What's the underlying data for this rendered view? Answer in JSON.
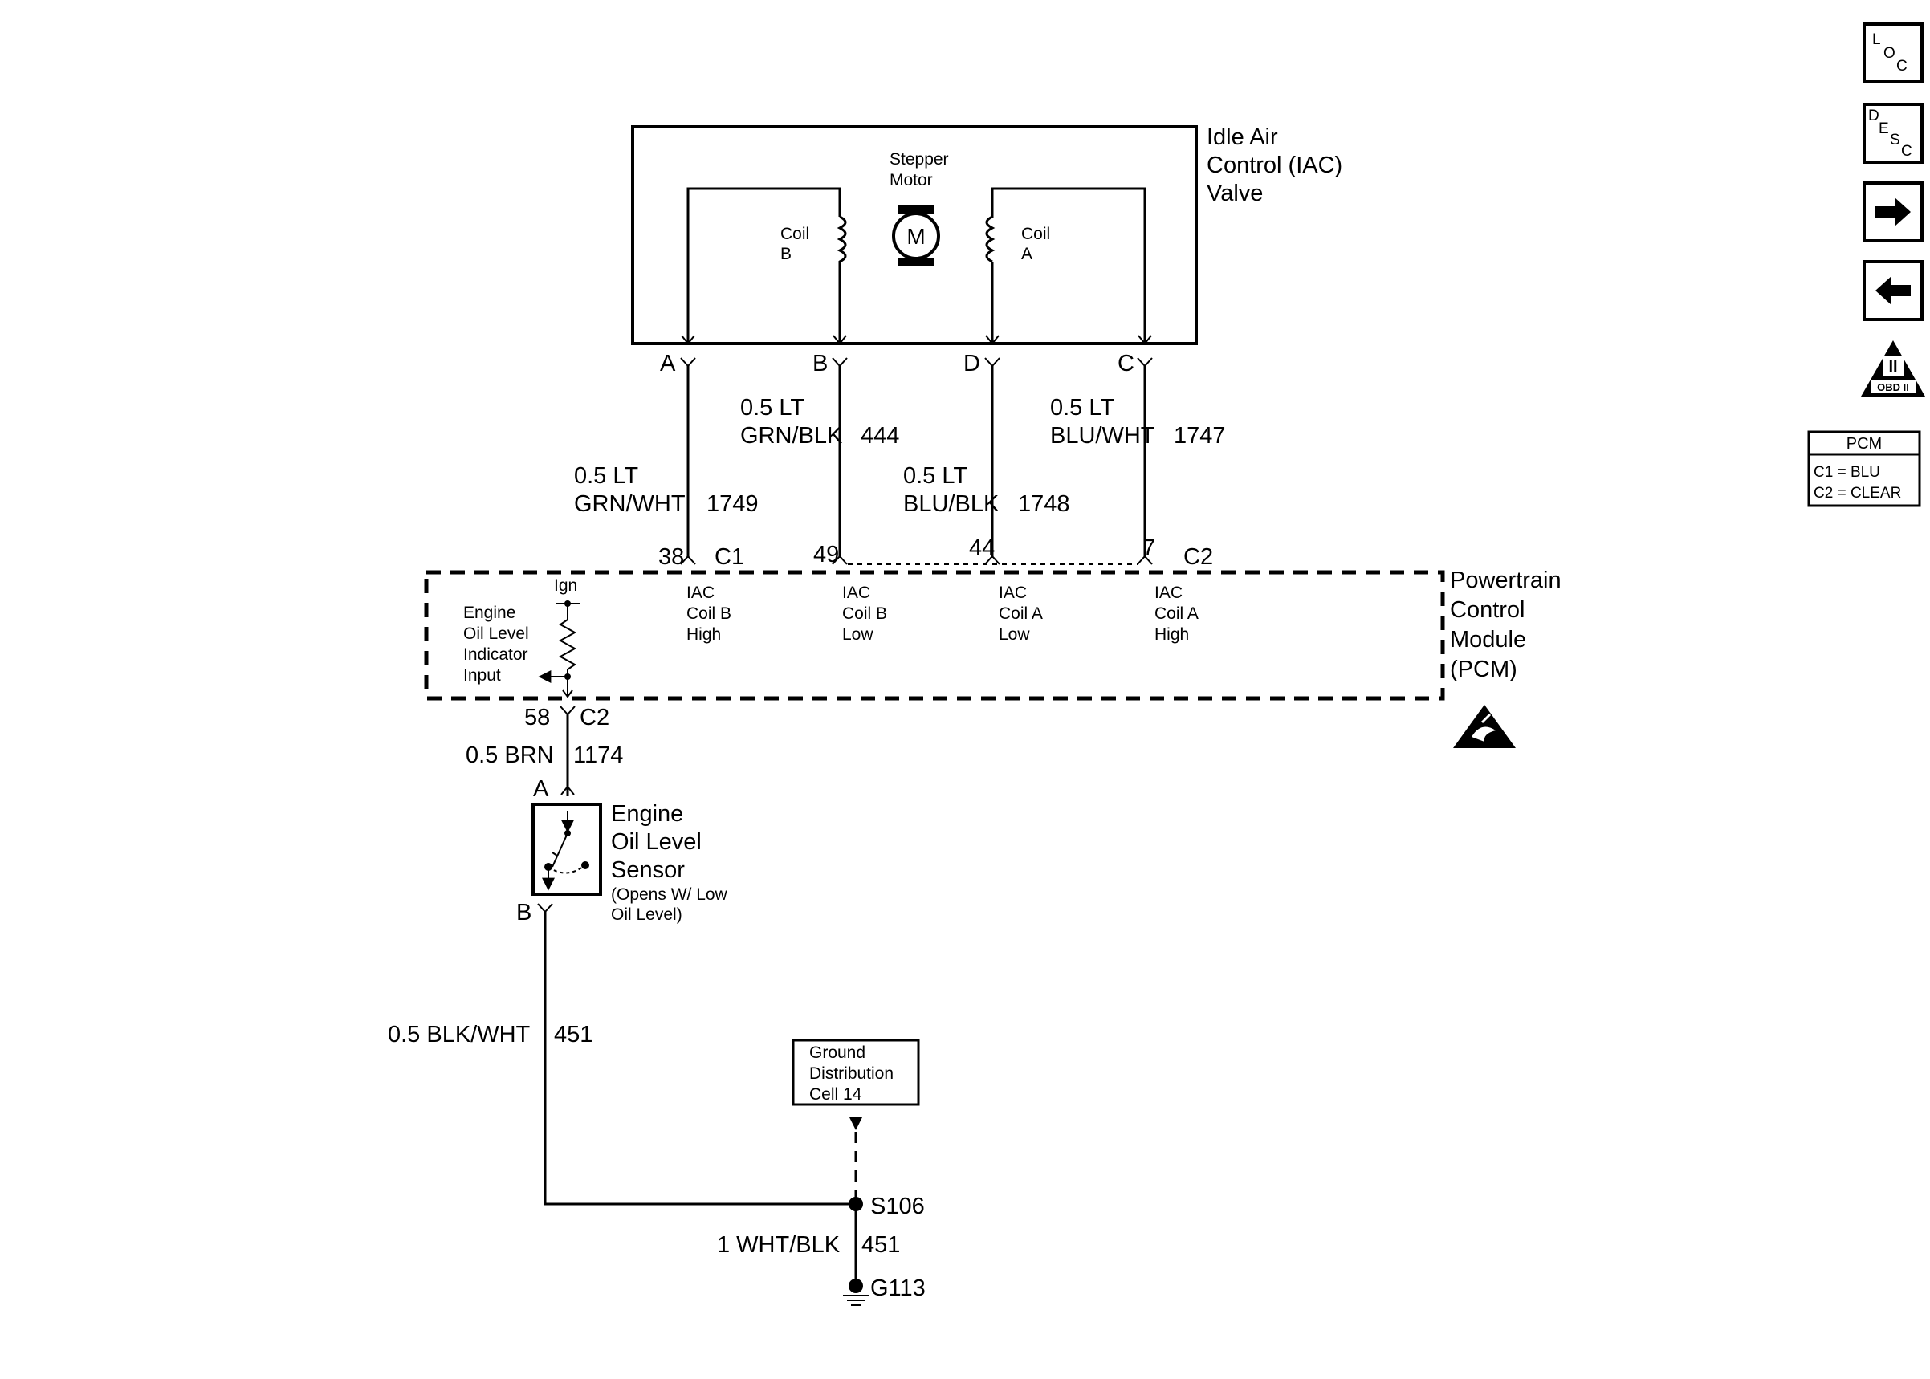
{
  "iac_valve": {
    "title_lines": [
      "Idle Air",
      "Control (IAC)",
      "Valve"
    ],
    "motor_label_lines": [
      "Stepper",
      "Motor"
    ],
    "motor_symbol": "M",
    "coil_b_lines": [
      "Coil",
      "B"
    ],
    "coil_a_lines": [
      "Coil",
      "A"
    ],
    "pin_a": "A",
    "pin_b": "B",
    "pin_d": "D",
    "pin_c": "C"
  },
  "wires": {
    "w1749": {
      "size_color_line1": "0.5 LT",
      "size_color_line2": "GRN/WHT",
      "circuit": "1749"
    },
    "w444": {
      "size_color_line1": "0.5 LT",
      "size_color_line2": "GRN/BLK",
      "circuit": "444"
    },
    "w1748": {
      "size_color_line1": "0.5 LT",
      "size_color_line2": "BLU/BLK",
      "circuit": "1748"
    },
    "w1747": {
      "size_color_line1": "0.5 LT",
      "size_color_line2": "BLU/WHT",
      "circuit": "1747"
    },
    "w1174": {
      "size_color": "0.5 BRN",
      "circuit": "1174"
    },
    "w451a": {
      "size_color": "0.5 BLK/WHT",
      "circuit": "451"
    },
    "w451b": {
      "size_color": "1 WHT/BLK",
      "circuit": "451"
    }
  },
  "pcm": {
    "title_lines": [
      "Powertrain",
      "Control",
      "Module",
      "(PCM)"
    ],
    "pin_38": "38",
    "conn_c1": "C1",
    "pin_49": "49",
    "pin_44": "44",
    "pin_7": "7",
    "conn_c2_top": "C2",
    "pin_58": "58",
    "conn_c2_bottom": "C2",
    "ign": "Ign",
    "oil_input_lines": [
      "Engine",
      "Oil Level",
      "Indicator",
      "Input"
    ],
    "iac_b_high_lines": [
      "IAC",
      "Coil B",
      "High"
    ],
    "iac_b_low_lines": [
      "IAC",
      "Coil B",
      "Low"
    ],
    "iac_a_low_lines": [
      "IAC",
      "Coil A",
      "Low"
    ],
    "iac_a_high_lines": [
      "IAC",
      "Coil A",
      "High"
    ]
  },
  "oil_sensor": {
    "pin_a": "A",
    "pin_b": "B",
    "title_lines": [
      "Engine",
      "Oil Level",
      "Sensor"
    ],
    "note_lines": [
      "(Opens W/ Low",
      "Oil Level)"
    ]
  },
  "ground": {
    "ref_box_lines": [
      "Ground",
      "Distribution",
      "Cell 14"
    ],
    "splice": "S106",
    "ground_point": "G113"
  },
  "sidebar": {
    "loc_letters": [
      "L",
      "O",
      "C"
    ],
    "desc_letters": [
      "D",
      "E",
      "S",
      "C"
    ],
    "obd_numeral": "II",
    "obd_text": "OBD II",
    "pcm_legend_title": "PCM",
    "pcm_legend_line1": "C1 = BLU",
    "pcm_legend_line2": "C2 = CLEAR"
  }
}
